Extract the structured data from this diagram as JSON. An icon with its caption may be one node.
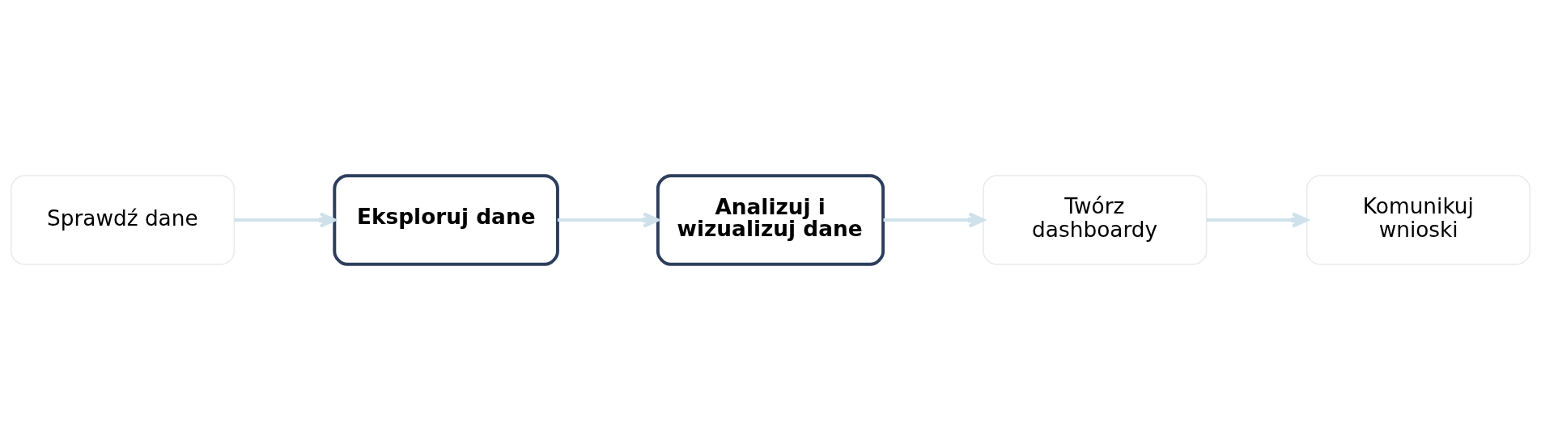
{
  "diagram": {
    "nodes": [
      {
        "text": [
          "Sprawdź dane"
        ]
      },
      {
        "text": [
          "Eksploruj dane"
        ]
      },
      {
        "text": [
          "Analizuj i wizualizuj dane"
        ]
      },
      {
        "text": [
          "Twórz dashboardy"
        ]
      },
      {
        "text": [
          "Komunikuj wnioski"
        ]
      }
    ],
    "edges": [
      {
        "from": 0,
        "to": 1,
        "arrow": "to"
      },
      {
        "from": 1,
        "to": 2,
        "arrow": "to"
      },
      {
        "from": 2,
        "to": 3,
        "arrow": "to"
      },
      {
        "from": 3,
        "to": 4,
        "arrow": "to"
      }
    ]
  }
}
